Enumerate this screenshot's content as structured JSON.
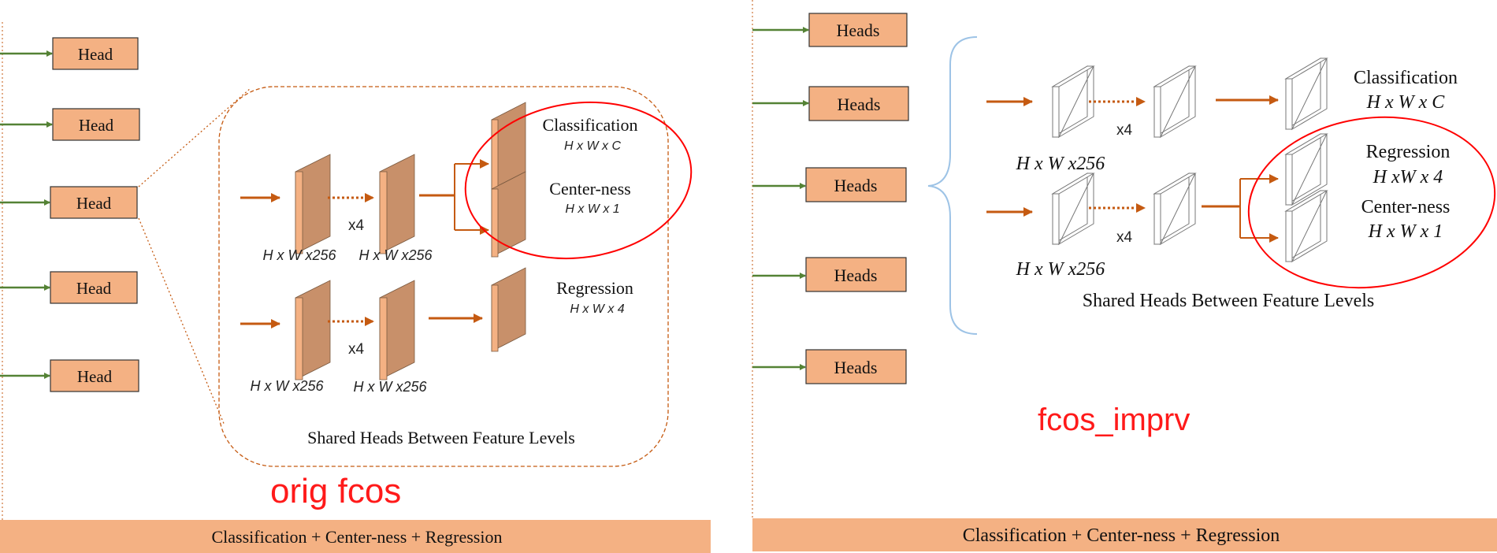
{
  "colors": {
    "head_fill": "#f4b183",
    "arrow_green": "#548235",
    "arrow_orange": "#c55a11",
    "annotation_red": "#ff0000",
    "bracket_blue": "#9dc3e6",
    "feature_fill": "#f4b183",
    "bar_fill": "#f4b183"
  },
  "left_panel": {
    "heads": [
      "Head",
      "Head",
      "Head",
      "Head",
      "Head"
    ],
    "outputs": {
      "classification": "Classification",
      "classification_dims": "H x W x C",
      "centerness": "Center-ness",
      "centerness_dims": "H x W x 1",
      "regression": "Regression",
      "regression_dims": "H x W x 4"
    },
    "feature_dims": "H x W x256",
    "repeat_label": "x4",
    "caption": "Shared Heads Between Feature Levels",
    "annotation": "orig fcos",
    "bottom_bar": "Classification + Center-ness + Regression"
  },
  "right_panel": {
    "heads": [
      "Heads",
      "Heads",
      "Heads",
      "Heads",
      "Heads"
    ],
    "outputs": {
      "classification": "Classification",
      "classification_dims": "H x W x C",
      "regression": "Regression",
      "regression_dims": "H xW x 4",
      "centerness": "Center-ness",
      "centerness_dims": "H x W x 1"
    },
    "feature_dims": "H x W x256",
    "repeat_label": "x4",
    "caption": "Shared Heads Between Feature Levels",
    "annotation": "fcos_imprv",
    "bottom_bar": "Classification + Center-ness + Regression"
  }
}
